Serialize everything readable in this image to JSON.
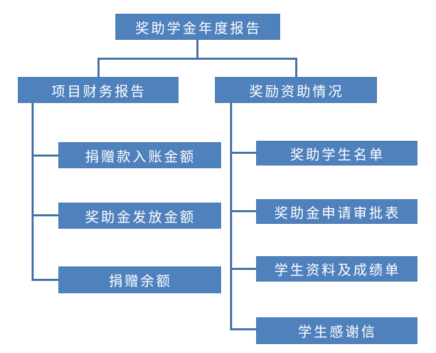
{
  "diagram": {
    "type": "org-chart-tree",
    "root": {
      "label": "奖助学金年度报告"
    },
    "branches": [
      {
        "label": "项目财务报告",
        "children": [
          {
            "label": "捐赠款入账金额"
          },
          {
            "label": "奖助金发放金额"
          },
          {
            "label": "捐赠余额"
          }
        ]
      },
      {
        "label": "奖励资助情况",
        "children": [
          {
            "label": "奖助学生名单"
          },
          {
            "label": "奖助金申请审批表"
          },
          {
            "label": "学生资料及成绩单"
          },
          {
            "label": "学生感谢信"
          }
        ]
      }
    ]
  },
  "colors": {
    "box_fill": "#4f81bd",
    "box_text": "#ffffff",
    "connector": "#4472a4",
    "background": "#ffffff"
  }
}
